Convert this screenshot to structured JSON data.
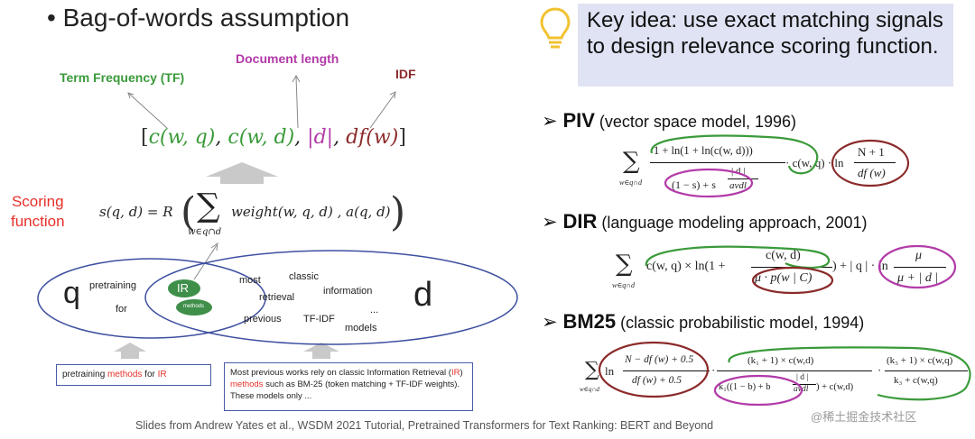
{
  "left": {
    "bullet_title": "Bag-of-words assumption",
    "labels": {
      "tf": "Term Frequency (TF)",
      "doc_length": "Document length",
      "idf": "IDF"
    },
    "vector": {
      "open": "[",
      "c_wq": "c(w, q)",
      "comma1": ", ",
      "c_wd": "c(w, d)",
      "comma2": ", ",
      "len_d": "|d|",
      "comma3": ", ",
      "df_w": "df(w)",
      "close": "]"
    },
    "scoring_label_1": "Scoring",
    "scoring_label_2": "function",
    "formula": {
      "lhs": "s(q, d) = R",
      "sum_sub": "w∈q∩d",
      "body": "weight(w, q, d) , a(q, d)"
    },
    "q_letter": "q",
    "d_letter": "d",
    "q_words": [
      "pretraining",
      "for"
    ],
    "ir_badge": "IR",
    "methods_badge": "methods",
    "d_words": [
      "most",
      "classic",
      "retrieval",
      "information",
      "previous",
      "TF-IDF",
      "...",
      "models"
    ],
    "box_left": {
      "pre": "pretraining ",
      "methods": "methods",
      "mid": " for ",
      "ir": "IR"
    },
    "box_right": {
      "p1": "Most previous works rely on classic Information Retrieval (",
      "ir": "IR",
      "p2": ") ",
      "methods": "methods",
      "p3": " such as BM-25 (token matching + TF-IDF weights). These models only ..."
    }
  },
  "right": {
    "key_idea": "Key idea: use exact matching signals to design relevance scoring function.",
    "models": [
      {
        "name": "PIV",
        "desc": " (vector space model, 1996)"
      },
      {
        "name": "DIR",
        "desc": " (language modeling approach, 2001)"
      },
      {
        "name": "BM25",
        "desc": " (classic probabilistic model, 1994)"
      }
    ],
    "piv": {
      "sum": "∑",
      "sub": "w∈q∩d",
      "num": "1 + ln(1 + ln(c(w, d)))",
      "den_a": "(1 − s) + s",
      "den_frac_num": "| d |",
      "den_frac_den": "avdl",
      "mid": "· c(w, q) · ln",
      "idf_num": "N + 1",
      "idf_den": "df (w)"
    },
    "dir": {
      "sum": "∑",
      "sub": "w∈q∩d",
      "pre": "c(w, q) × ln(1 +",
      "frac_num": "c(w, d)",
      "frac_den": "μ · p(w | C)",
      "mid": ") + | q | · ln",
      "r_num": "μ",
      "r_den": "μ + | d |"
    },
    "bm25": {
      "sum": "∑",
      "sub": "w∈q∩d",
      "ln": "ln",
      "a_num": "N − df (w) + 0.5",
      "a_den": "df (w) + 0.5",
      "b_num": "(k₁ + 1) × c(w,d)",
      "b_den_a": "k₁((1 − b) + b",
      "b_den_f_num": "| d |",
      "b_den_f_den": "avdl",
      "b_den_b": ") + c(w,d)",
      "c_num": "(k₃ + 1) × c(w,q)",
      "c_den": "k₃ + c(w,q)",
      "dot": "·"
    }
  },
  "footer": {
    "credit": "Slides from Andrew Yates et al., WSDM 2021 Tutorial, Pretrained Transformers for Text Ranking: BERT and Beyond",
    "watermark": "@稀土掘金技术社区"
  },
  "colors": {
    "green": "#3a9a3a",
    "purple": "#b23aa8",
    "darkred": "#8b2a2a",
    "red": "#e8302a",
    "blue_ellipse": "#3d4fa0",
    "key_bg": "#dfe3f3"
  }
}
